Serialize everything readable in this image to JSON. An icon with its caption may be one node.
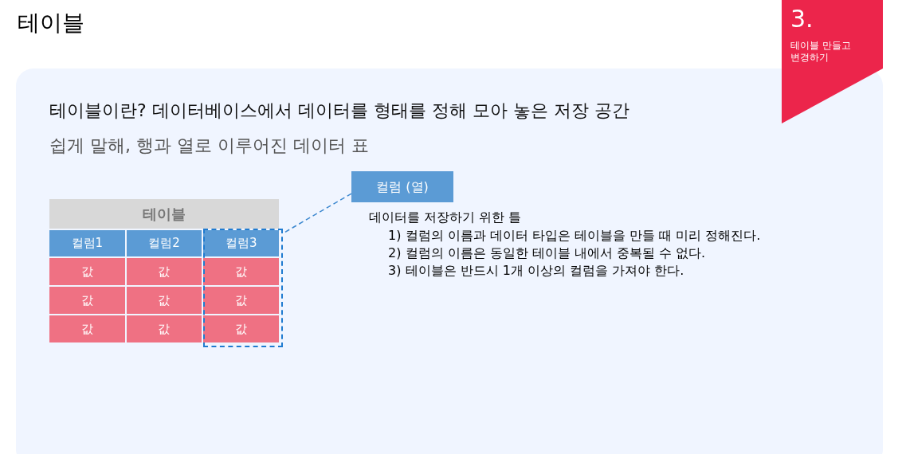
{
  "diagram": {
    "title": "테이블",
    "nodes": [
      {
        "text": [],
        "shape": "box"
      },
      {
        "text": [
          "컬럼 (열)"
        ]
      }
    ],
    "edges": [
      {
        "from": 1,
        "to": 0,
        "arrow": "none",
        "style": "dashed",
        "color": "#3b87cf"
      }
    ],
    "labels": [
      "3.",
      "테이블 만들고 변경하기",
      "테이블이란? 데이터베이스에서 데이터를 형태를 정해 모아 놓은 저장 공간",
      "쉽게 말해, 행과 열로 이루어진 데이터 표",
      "테이블",
      "컬럼1",
      "컬럼2",
      "컬럼3",
      "값",
      "값",
      "값",
      "값",
      "값",
      "값",
      "값",
      "값",
      "값",
      "데이터를 저장하기 위한 틀",
      "1) 컬럼의 이름과 데이터 타입은 테이블을 만들 때 미리 정해진다.",
      "2) 컬럼의 이름은 동일한 테이블 내에서 중복될 수 없다.",
      "3) 테이블은 반드시 1개 이상의 컬럼을 가져야 한다."
    ]
  }
}
